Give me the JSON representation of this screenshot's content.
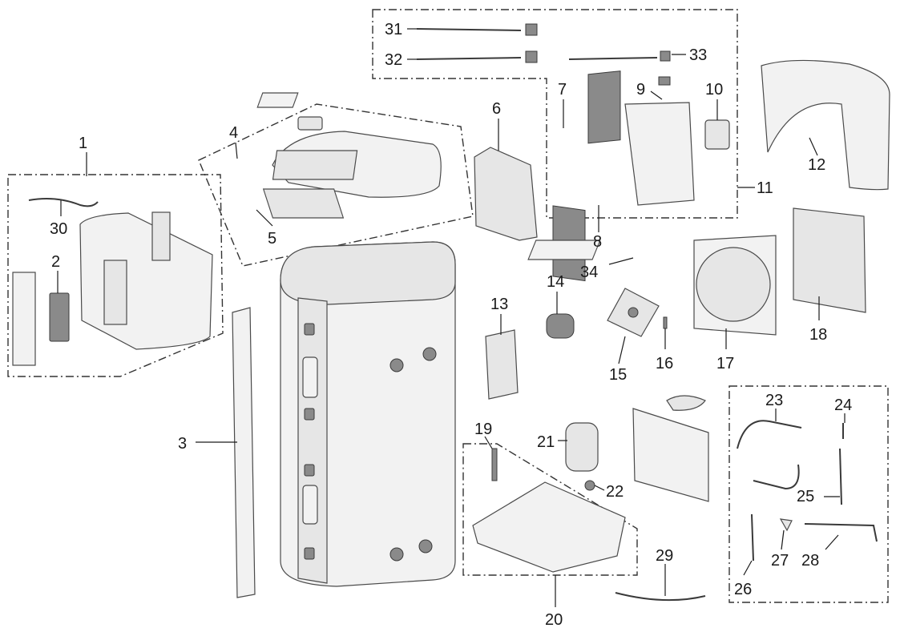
{
  "callouts": {
    "n1": "1",
    "n2": "2",
    "n3": "3",
    "n4": "4",
    "n5": "5",
    "n6": "6",
    "n7": "7",
    "n8": "8",
    "n9": "9",
    "n10": "10",
    "n11": "11",
    "n12": "12",
    "n13": "13",
    "n14": "14",
    "n15": "15",
    "n16": "16",
    "n17": "17",
    "n18": "18",
    "n19": "19",
    "n20": "20",
    "n21": "21",
    "n22": "22",
    "n23": "23",
    "n24": "24",
    "n25": "25",
    "n26": "26",
    "n27": "27",
    "n28": "28",
    "n29": "29",
    "n30": "30",
    "n31": "31",
    "n32": "32",
    "n33": "33",
    "n34": "34"
  }
}
